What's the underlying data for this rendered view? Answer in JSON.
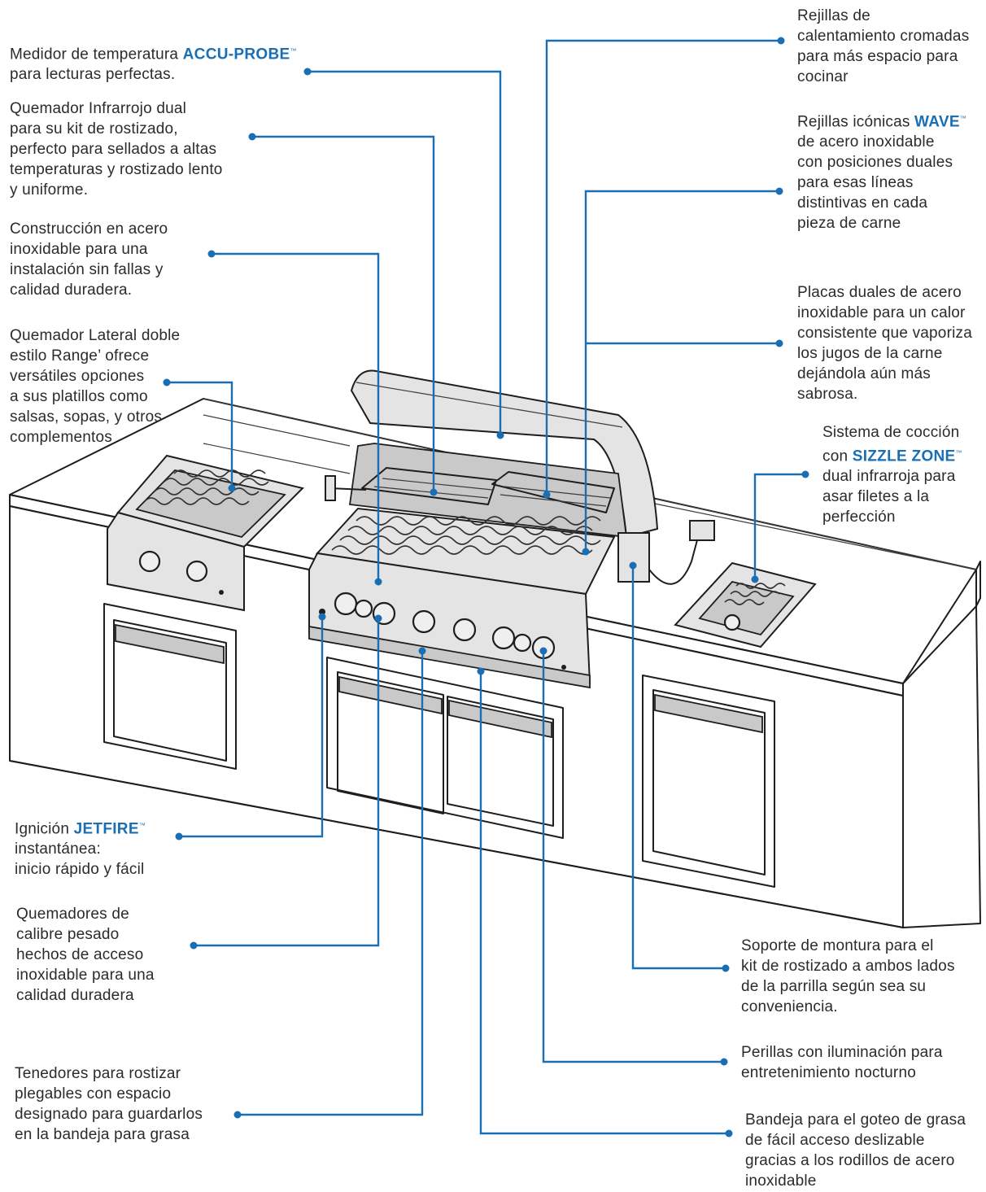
{
  "diagram": {
    "brand_color": "#1a6fb4",
    "callouts": [
      {
        "id": "accu-probe",
        "lines": [
          "Medidor de temperatura ",
          "para lecturas perfectas."
        ],
        "brand": "ACCU-PROBE",
        "tm": "™"
      },
      {
        "id": "infrared",
        "text": "Quemador Infrarrojo dual\npara su kit de rostizado,\nperfecto para sellados a altas\ntemperaturas y rostizado lento\ny uniforme."
      },
      {
        "id": "construction",
        "text": "Construcción en acero\ninoxidable para una\ninstalación sin fallas y\ncalidad duradera."
      },
      {
        "id": "side-burner",
        "text": "Quemador Lateral doble\nestilo Range’ ofrece\nversátiles opciones\na sus platillos como\nsalsas, sopas, y otros\ncomplementos"
      },
      {
        "id": "warming-racks",
        "text": "Rejillas de\ncalentamiento cromadas\npara más espacio para\ncocinar"
      },
      {
        "id": "wave",
        "lines": [
          "Rejillas icónicas ",
          "de acero inoxidable\ncon posiciones duales\npara esas líneas\ndistintivas en cada\npieza de carne"
        ],
        "brand": "WAVE",
        "tm": "™"
      },
      {
        "id": "sear-plates",
        "text": "Placas duales de acero\ninoxidable para un calor\nconsistente que vaporiza\nlos jugos de la carne\ndejándola aún más\nsabrosa."
      },
      {
        "id": "sizzle",
        "lines": [
          "Sistema de cocción\ncon ",
          "dual infrarroja para\nasar filetes a la\nperfección"
        ],
        "brand": "SIZZLE ZONE",
        "tm": "™"
      },
      {
        "id": "jetfire",
        "lines": [
          "Ignición ",
          "instantánea:\ninicio rápido y fácil"
        ],
        "brand": "JETFIRE",
        "tm": "™"
      },
      {
        "id": "burners",
        "text": "Quemadores de\ncalibre pesado\nhechos de acceso\ninoxidable para una\ncalidad duradera"
      },
      {
        "id": "forks",
        "text": "Tenedores para rostizar\nplegables con espacio\ndesignado para guardarlos\nen la bandeja para grasa"
      },
      {
        "id": "mount",
        "text": "Soporte de montura para el\nkit de rostizado a ambos lados\nde la parrilla según sea su\nconveniencia."
      },
      {
        "id": "knobs",
        "text": "Perillas con iluminación para\nentretenimiento nocturno"
      },
      {
        "id": "drip-tray",
        "text": "Bandeja para el goteo de grasa\nde fácil acceso deslizable\ngracias a los rodillos de acero\ninoxidable"
      }
    ]
  }
}
